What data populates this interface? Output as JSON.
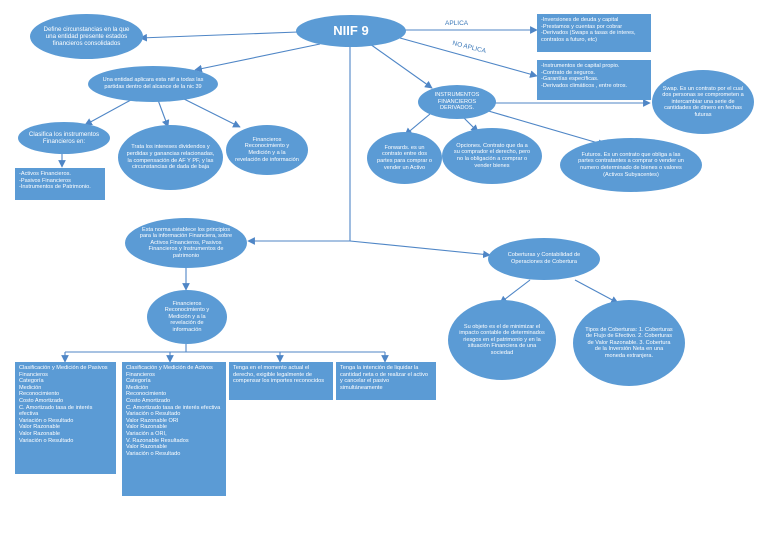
{
  "nodes": {
    "niif9": "NIIF 9",
    "define": "Define circunstancias en la que una entidad presente estados financieros consolidados",
    "aplica_list": "-Inversiones de deuda y capital\n-Prestamos y cuentas por cobrar\n-Derivados (Swaps a tasas de interes, contratos a futuro, etc)",
    "no_aplica_list": "-Instrumentos de capital propio.\n-Contrato de seguros.\n-Garantías específicas.\n-Derivados climáticos , entre otros.",
    "entidad_aplicara": "Una entidad aplicara esta niif a todas las partidas dentro del alcance de la nic 39",
    "instrumentos_derivados": "INSTRUMENTOS FINANCIEROS DERIVADOS.",
    "swap": "Swap. Es un contrato por el cual dos personas se comprometen a intercambiar una serie de cantidades de dinero en fechas futuras",
    "clasifica": "Clasifica los instrumentos Financieros en:",
    "clasifica_list": "-Activos Financieros.\n-Pasivos Financieros\n-Instrumentos de Patrimonio.",
    "trata_intereses": "Trata los intereses dividendos y perdidas y ganancias relacionadas, la compensación de AF Y PF, y las circunstancias de dada de baja",
    "financieros_reconocimiento_top": "Financieros Reconocimiento y Medición y a la revelación de información",
    "forwards": "Forwards. es un contrato entre dos partes para comprar o vender un Activo",
    "opciones": "Opciones. Contrato que da a su comprador el derecho, pero no la obligación a comprar o vender bienes",
    "futuros": "Futuros.  Es un contrato que obliga a las partes contratantes a comprar o vender un numero determinado de bienes o valores (Activos Subyacentes)",
    "norma": "Esta norma establece los principios para la información Financiera, sobre Activos Financieros, Pasivos Financieros y Instrumentos de patrimonio",
    "coberturas": "Coberturas y Contabilidad de Operaciones de Cobertura",
    "financieros_reconocimiento_mid": "Financieros Reconocimiento y Medición y a la revelación de información",
    "objeto": "Su objeto es el de minimizar el impacto contable de determinados riesgos en el patrimonio y en la situación Financiera de una sociedad",
    "tipos_coberturas": "Tipos de Coberturas: 1. Coberturas de Flujo de Efectivo. 2. Coberturas de Valor Razonable. 3. Cobertura de la Inversión Neta en una moneda extranjera.",
    "pasivos_box": "Clasificación y Medición de Pasivos Financieros\nCategoría\nMedición\nReconocimiento\nCosto Amortizado\nC. Amortizado tasa de interés efectiva\nVariación o Resultado\nValor Razonable\nValor Razonable\nVariación o Resultado",
    "activos_box": "Clasificación y Medición de Activos Financieros\nCategoría\nMedición\nReconocimiento\nCosto Amortizado\nC. Amortizado tasa de interés efectiva\nVariación o Resultado\nValor Razonable ORI\nValor Razonable\nVariación a ORI,\nV. Razonable Resultados\nValor Razonable\nVariación o Resultado",
    "tenga_momento": "Tenga en el momento actual el derecho, exigible legalmente de compensar los importes reconocidos",
    "tenga_intencion": "Tenga la intención de liquidar la cantidad neta o de realizar el activo y cancelar el pasivo simultáneamente"
  },
  "edge_labels": {
    "aplica": "APLICA",
    "no_aplica": "NO APLICA"
  },
  "colors": {
    "node_fill": "#5b9bd5",
    "node_text": "#ffffff",
    "edge": "#4f86c6",
    "background": "#ffffff"
  }
}
